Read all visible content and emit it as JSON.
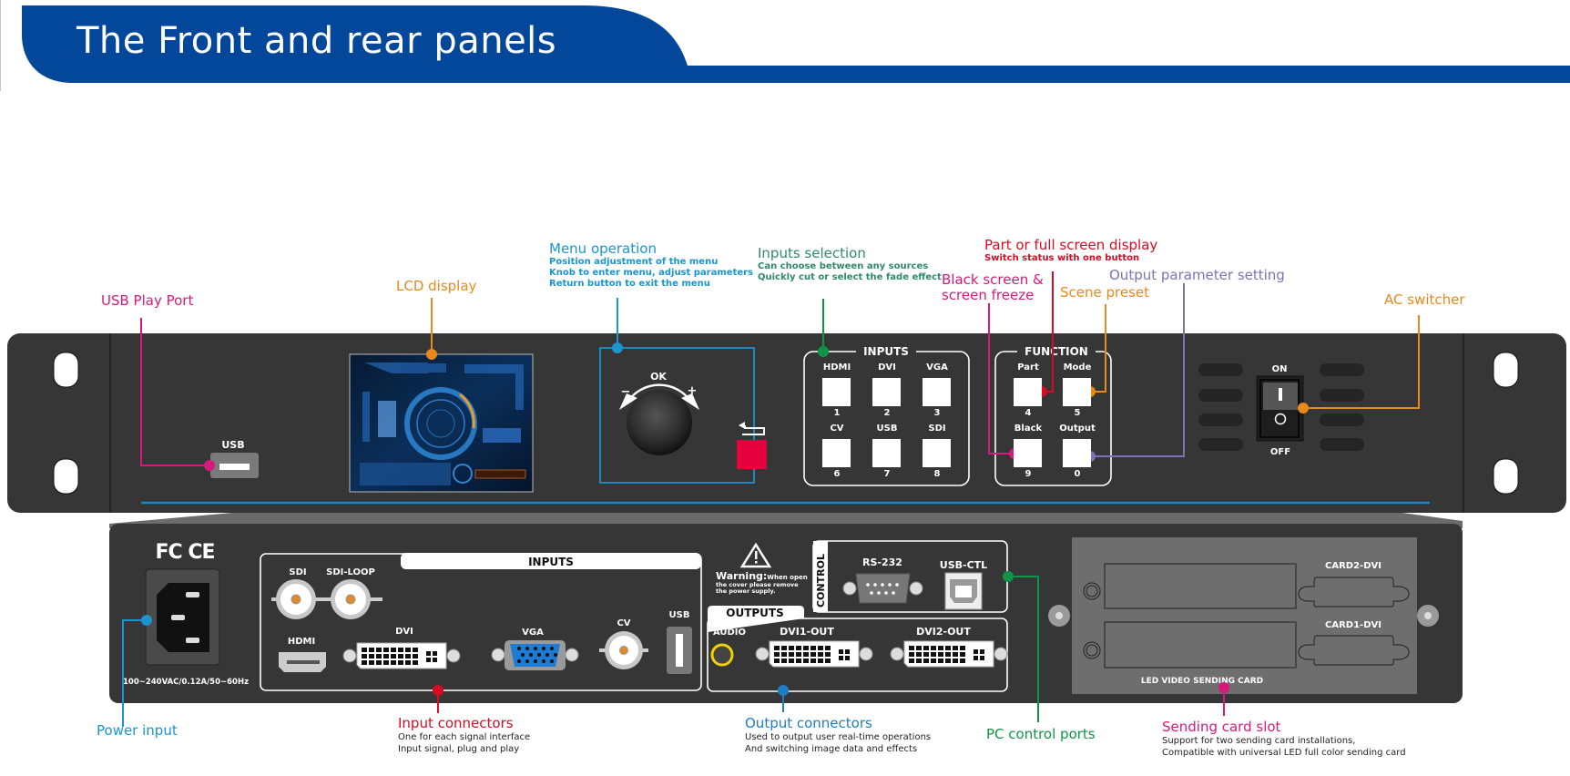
{
  "header": {
    "title": "The Front and rear panels",
    "band_color": "#02479a"
  },
  "colors": {
    "panel": "#363636",
    "panel_dark": "#2b2b2b",
    "accent_line": "#1b84c4",
    "usb_play": "#d7197d",
    "lcd": "#e8891c",
    "menu": "#1b94cf",
    "inputs_sel": "#0f9447",
    "part": "#d80b24",
    "black": "#d7197d",
    "scene": "#e8891c",
    "output_param": "#7e72b4",
    "ac": "#e8891c",
    "power": "#1b94cf",
    "input_conn": "#d80b24",
    "output_conn": "#1b7fc4",
    "pc_ctrl": "#0f9447",
    "sending": "#d7197d"
  },
  "callouts": {
    "usb_play": {
      "title": "USB Play Port"
    },
    "lcd": {
      "title": "LCD display"
    },
    "menu": {
      "title": "Menu operation",
      "lines": [
        "Position adjustment of the menu",
        "Knob to enter menu, adjust parameters",
        "Return button to exit the menu"
      ]
    },
    "inputs_sel": {
      "title": "Inputs selection",
      "lines": [
        "Can choose between any sources",
        "Quickly cut or select the fade effect"
      ]
    },
    "part": {
      "title": "Part or full screen display",
      "lines": [
        "Switch status with one button"
      ]
    },
    "black": {
      "title_line1": "Black screen &",
      "title_line2": "screen freeze"
    },
    "scene": {
      "title": "Scene preset"
    },
    "output_param": {
      "title": "Output parameter setting"
    },
    "ac": {
      "title": "AC switcher"
    },
    "power": {
      "title": "Power input"
    },
    "input_conn": {
      "title": "Input connectors",
      "lines": [
        "One for each signal interface",
        "Input signal, plug and play"
      ]
    },
    "output_conn": {
      "title": "Output connectors",
      "lines": [
        "Used to output user real-time operations",
        "And switching image data and effects"
      ]
    },
    "pc_ctrl": {
      "title": "PC control ports"
    },
    "sending": {
      "title": "Sending card slot",
      "lines": [
        "Support for two sending card installations,",
        "Compatible with universal LED full color sending card"
      ]
    }
  },
  "front_panel": {
    "usb_label": "USB",
    "knob_label": "OK",
    "knob_minus": "−",
    "knob_plus": "+",
    "return_icon": "return-arrow",
    "inputs_group": {
      "label": "INPUTS",
      "buttons": [
        {
          "name": "HDMI",
          "num": "1"
        },
        {
          "name": "DVI",
          "num": "2"
        },
        {
          "name": "VGA",
          "num": "3"
        },
        {
          "name": "CV",
          "num": "6"
        },
        {
          "name": "USB",
          "num": "7"
        },
        {
          "name": "SDI",
          "num": "8"
        }
      ]
    },
    "function_group": {
      "label": "FUNCTION",
      "buttons": [
        {
          "name": "Part",
          "num": "4"
        },
        {
          "name": "Mode",
          "num": "5"
        },
        {
          "name": "Black",
          "num": "9"
        },
        {
          "name": "Output",
          "num": "0"
        }
      ]
    },
    "power_switch": {
      "on_label": "ON",
      "off_label": "OFF",
      "on_glyph": "I",
      "off_glyph": "O"
    }
  },
  "rear_panel": {
    "certs": "FC CE",
    "power_rating": "100~240VAC/0.12A/50~60Hz",
    "inputs_label": "INPUTS",
    "inputs": {
      "sdi": "SDI",
      "sdi_loop": "SDI-LOOP",
      "hdmi": "HDMI",
      "dvi": "DVI",
      "vga": "VGA",
      "cv": "CV",
      "usb": "USB"
    },
    "warning": {
      "title": "Warning:",
      "line1": "When open",
      "line2": "the cover please remove",
      "line3": "the power supply."
    },
    "control_label": "CONTROL",
    "control": {
      "rs232": "RS-232",
      "usb_ctl": "USB-CTL"
    },
    "outputs_label": "OUTPUTS",
    "outputs": {
      "audio": "AUDIO",
      "dvi1": "DVI1-OUT",
      "dvi2": "DVI2-OUT"
    },
    "card_slot": {
      "card2": "CARD2-DVI",
      "card1": "CARD1-DVI",
      "caption": "LED VIDEO SENDING CARD"
    }
  }
}
